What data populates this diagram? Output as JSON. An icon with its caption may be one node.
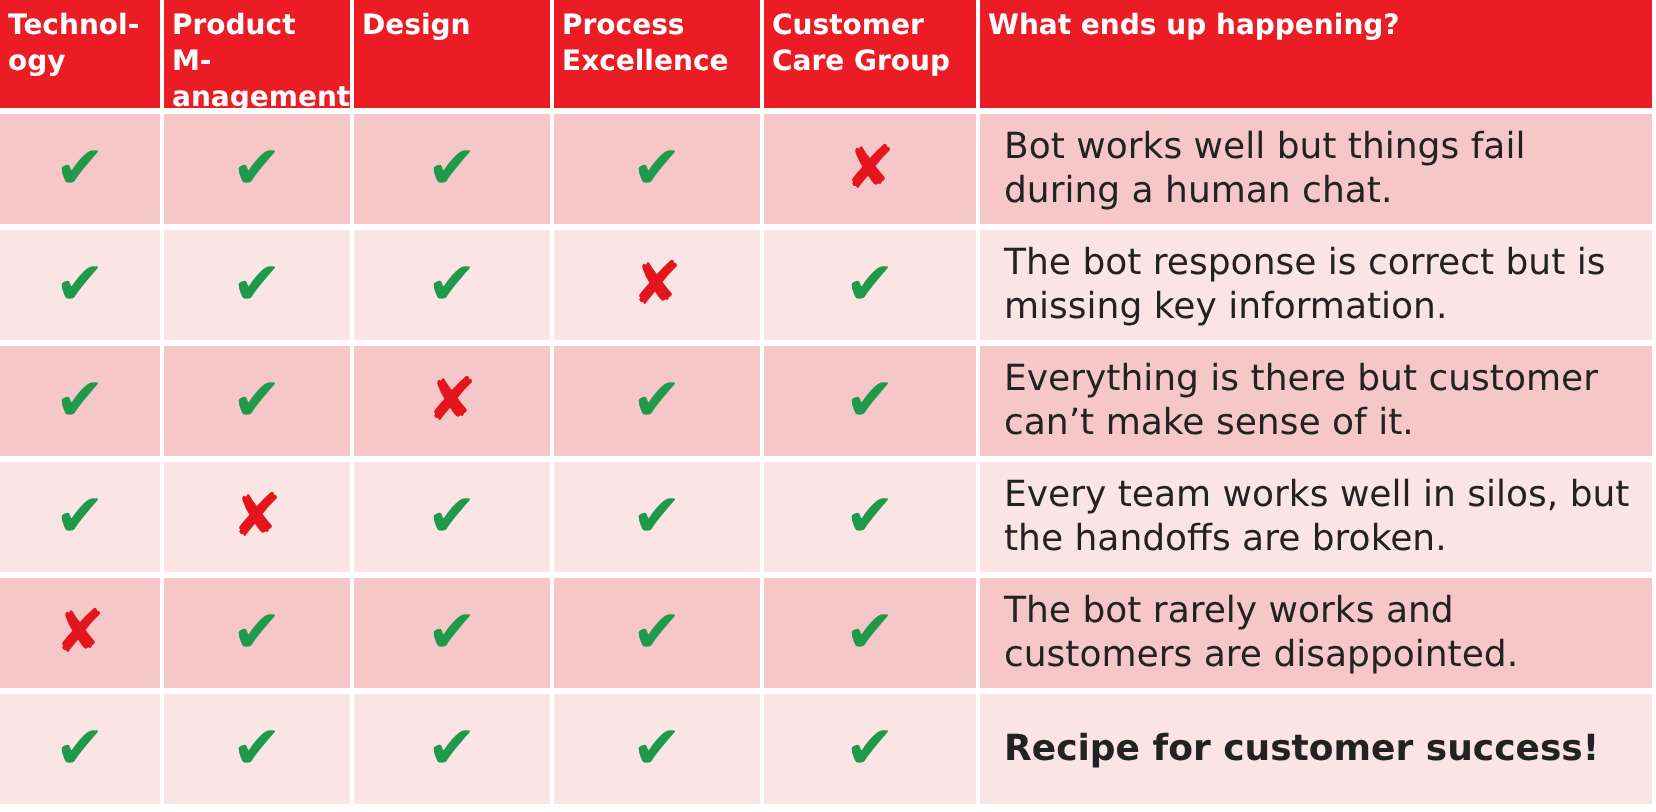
{
  "diagram": {
    "labels": [
      "Technol-ogy",
      "Product M-anagement",
      "Design",
      "Process Excellence",
      "Customer Care Group",
      "What ends up happening?",
      "✔",
      "✔",
      "✔",
      "✔",
      "✘",
      "Bot works well but things fail during a human chat.",
      "✔",
      "✔",
      "✔",
      "✘",
      "✔",
      "The bot response is correct but is missing key information.",
      "✔",
      "✔",
      "✘",
      "✔",
      "✔",
      "Everything is there but customer can’t make sense of it.",
      "✔",
      "✘",
      "✔",
      "✔",
      "✔",
      "Every team works well in silos, but the handoffs are broken.",
      "✘",
      "✔",
      "✔",
      "✔",
      "✔",
      "The bot rarely works and customers are disappointed.",
      "✔",
      "✔",
      "✔",
      "✔",
      "✔",
      "Recipe for customer success!"
    ]
  }
}
